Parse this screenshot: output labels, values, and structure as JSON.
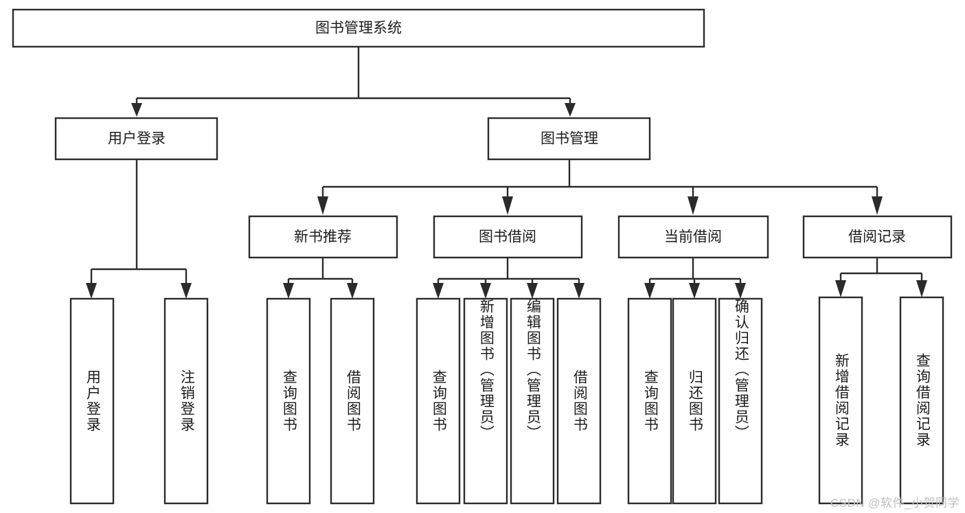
{
  "diagram": {
    "type": "hierarchy-tree",
    "title": "图书管理系统",
    "watermark": "CSDN @软件_小贺同学",
    "root": {
      "label": "图书管理系统"
    },
    "level1": [
      {
        "label": "用户登录"
      },
      {
        "label": "图书管理"
      }
    ],
    "level2": [
      {
        "label": "新书推荐"
      },
      {
        "label": "图书借阅"
      },
      {
        "label": "当前借阅"
      },
      {
        "label": "借阅记录"
      }
    ],
    "leaves": {
      "user_login": [
        {
          "label": "用户登录"
        },
        {
          "label": "注销登录"
        }
      ],
      "new_book_recommend": [
        {
          "label": "查询图书"
        },
        {
          "label": "借阅图书"
        }
      ],
      "book_borrow": [
        {
          "label": "查询图书"
        },
        {
          "label": "新增图书（管理员）"
        },
        {
          "label": "编辑图书（管理员）"
        },
        {
          "label": "借阅图书"
        }
      ],
      "current_borrow": [
        {
          "label": "查询图书"
        },
        {
          "label": "归还图书"
        },
        {
          "label": "确认归还（管理员）"
        }
      ],
      "borrow_record": [
        {
          "label": "新增借阅记录"
        },
        {
          "label": "查询借阅记录"
        }
      ]
    }
  },
  "colors": {
    "stroke": "#2b2b2b",
    "fill": "#ffffff",
    "text": "#1c1c1c",
    "watermark": "#bfbfbf"
  }
}
